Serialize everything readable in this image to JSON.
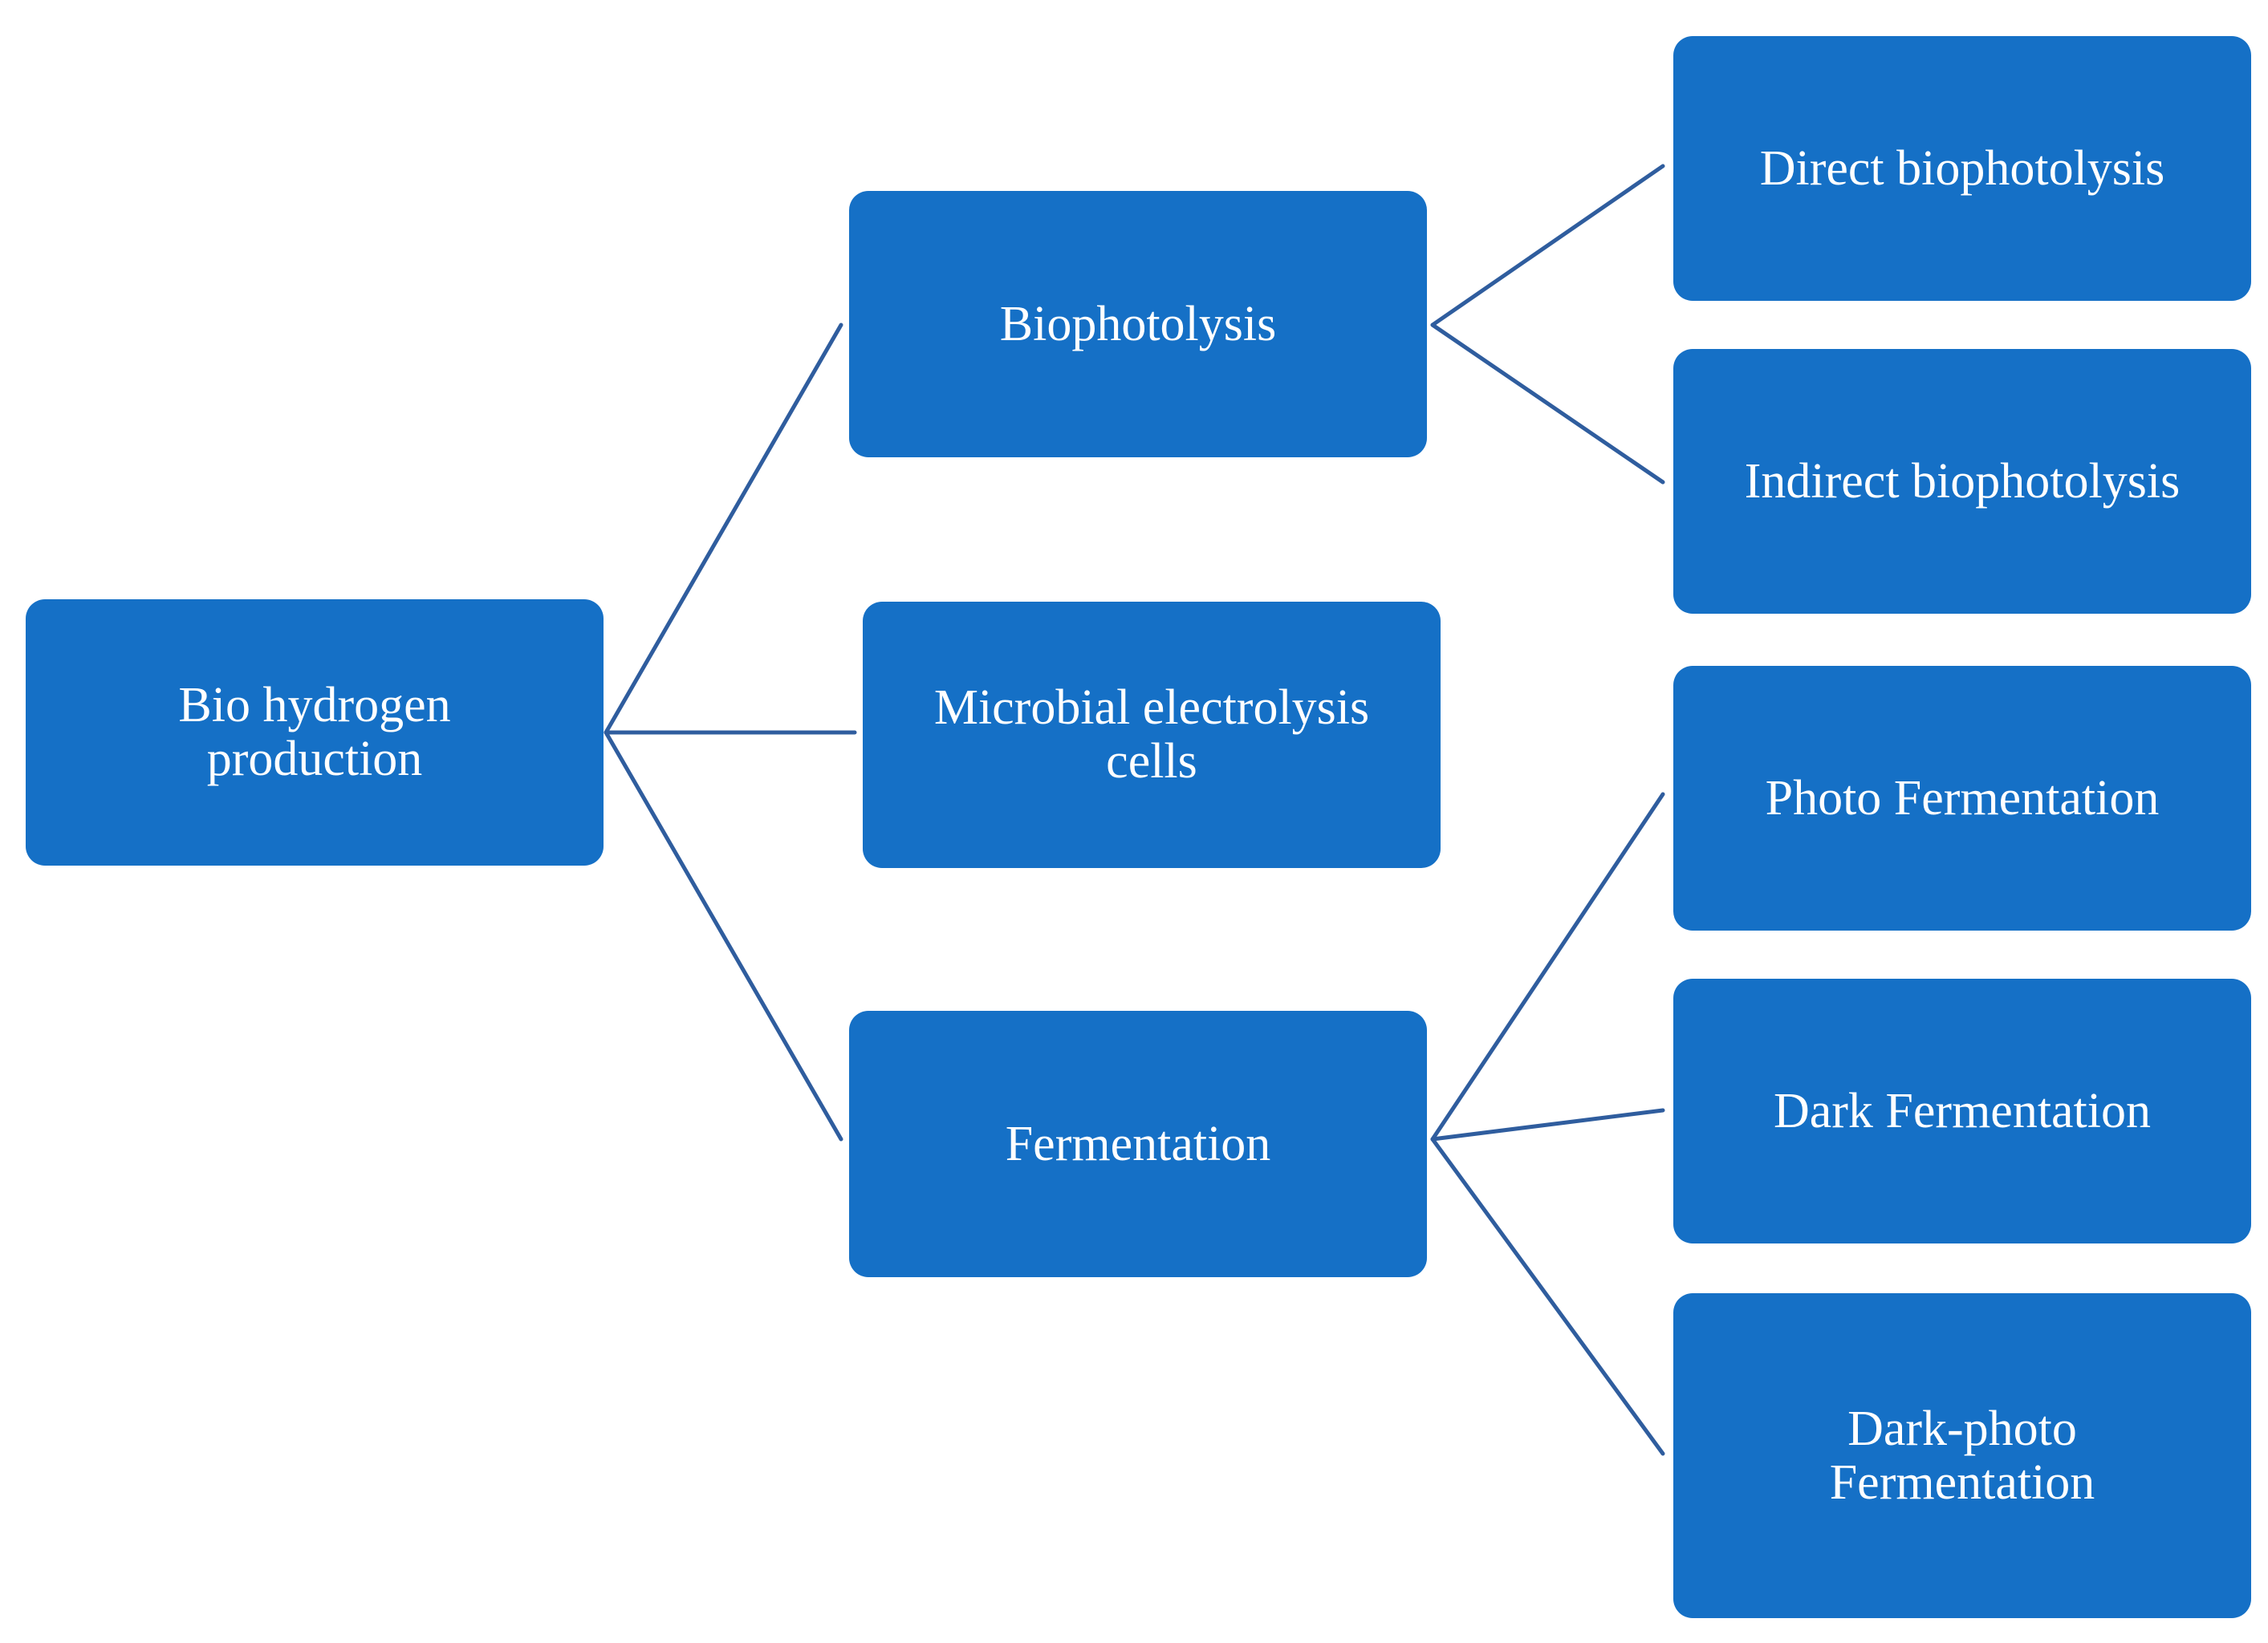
{
  "diagram": {
    "root": {
      "label": "Bio hydrogen production",
      "lines": [
        "Bio hydrogen",
        "production"
      ]
    },
    "methods": [
      {
        "label": "Biophotolysis",
        "lines": [
          "Biophotolysis"
        ]
      },
      {
        "label": "Microbial electrolysis cells",
        "lines": [
          "Microbial electrolysis",
          "cells"
        ]
      },
      {
        "label": "Fermentation",
        "lines": [
          "Fermentation"
        ]
      }
    ],
    "biophotolysis_types": [
      {
        "label": "Direct biophotolysis",
        "lines": [
          "Direct biophotolysis"
        ]
      },
      {
        "label": "Indirect biophotolysis",
        "lines": [
          "Indirect biophotolysis"
        ]
      }
    ],
    "fermentation_types": [
      {
        "label": "Photo Fermentation",
        "lines": [
          "Photo Fermentation"
        ]
      },
      {
        "label": "Dark Fermentation",
        "lines": [
          "Dark Fermentation"
        ]
      },
      {
        "label": "Dark-photo Fermentation",
        "lines": [
          "Dark-photo",
          "Fermentation"
        ]
      }
    ]
  },
  "colors": {
    "node_fill": "#1570c6",
    "node_text": "#ffffff",
    "connector": "#2f5d9e",
    "background": "#ffffff"
  }
}
